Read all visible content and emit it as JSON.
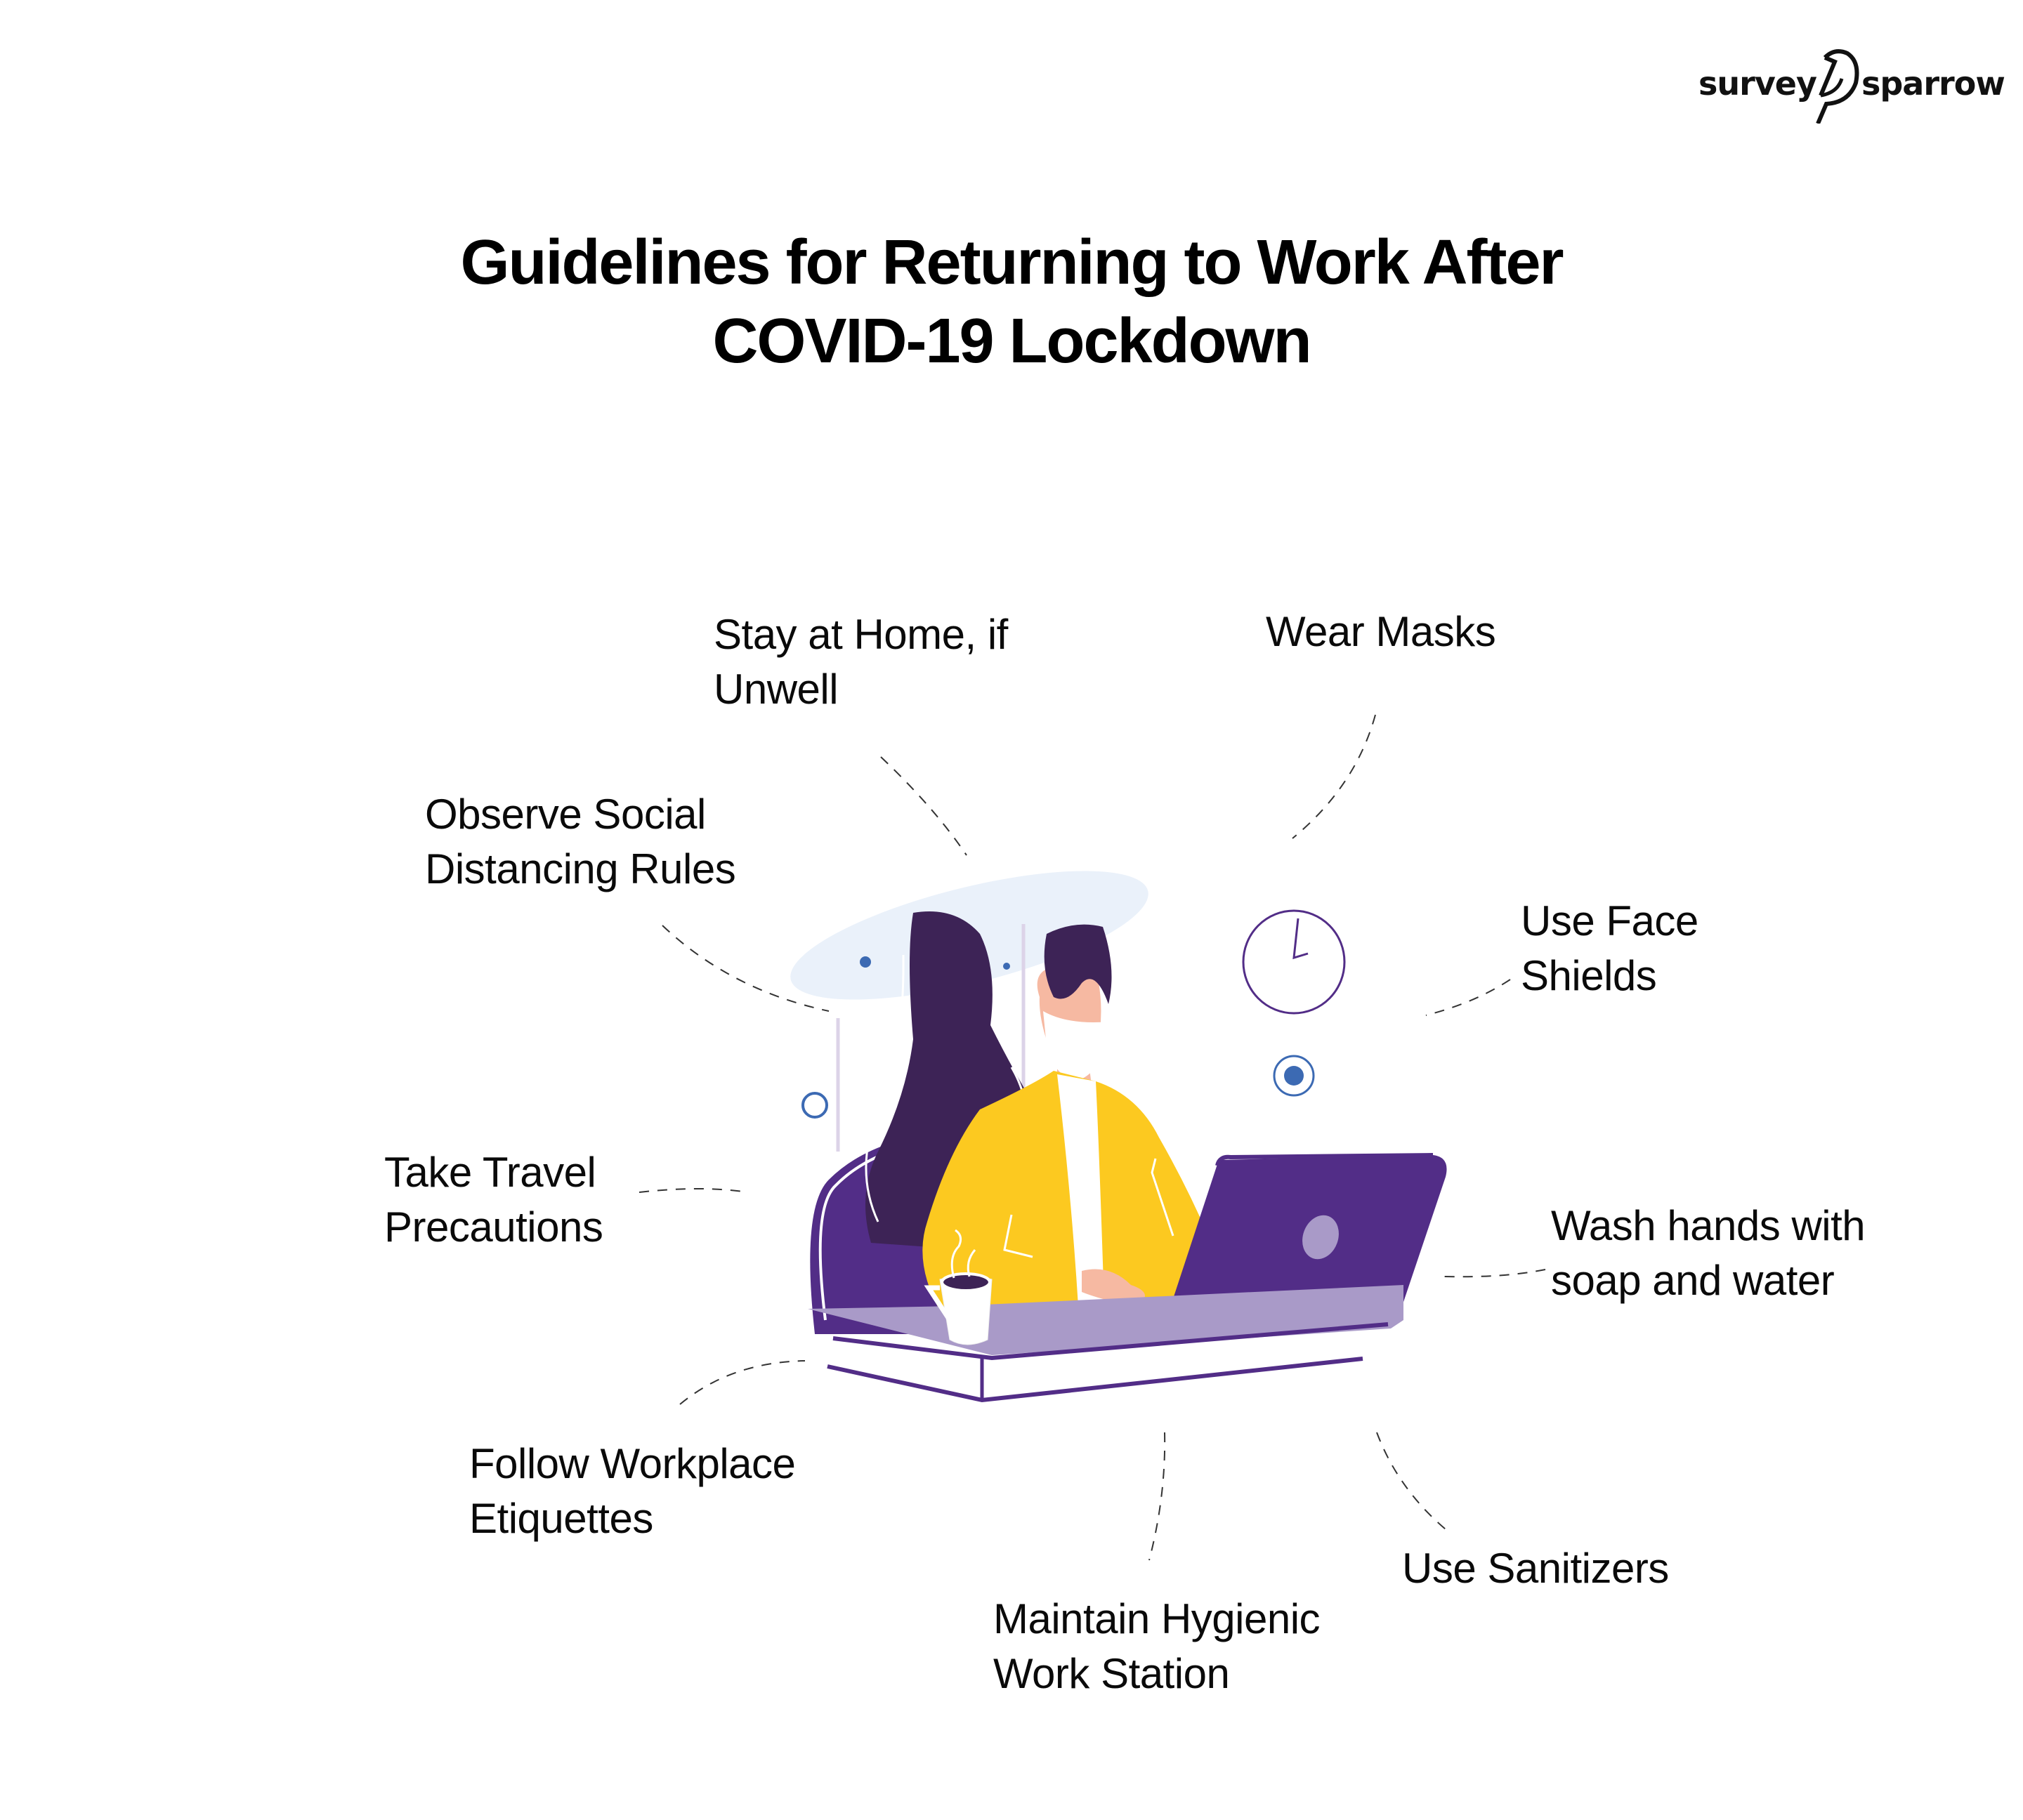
{
  "brand": {
    "word_left": "survey",
    "word_right": "sparrow",
    "logo_icon": "sparrow-bird-icon"
  },
  "title": {
    "line1": "Guidelines for Returning to Work After",
    "line2": "COVID-19 Lockdown"
  },
  "guidelines": [
    {
      "id": "stay-home",
      "lines": [
        "Stay at Home, if",
        "Unwell"
      ]
    },
    {
      "id": "wear-masks",
      "lines": [
        "Wear Masks"
      ]
    },
    {
      "id": "social-distancing",
      "lines": [
        "Observe Social",
        "Distancing Rules"
      ]
    },
    {
      "id": "face-shields",
      "lines": [
        "Use Face",
        "Shields"
      ]
    },
    {
      "id": "travel-precautions",
      "lines": [
        "Take Travel",
        "Precautions"
      ]
    },
    {
      "id": "wash-hands",
      "lines": [
        "Wash hands with",
        "soap and water"
      ]
    },
    {
      "id": "workplace-etiquettes",
      "lines": [
        "Follow Workplace",
        "Etiquettes"
      ]
    },
    {
      "id": "sanitizers",
      "lines": [
        "Use Sanitizers"
      ]
    },
    {
      "id": "hygienic-station",
      "lines": [
        "Maintain Hygienic",
        "Work Station"
      ]
    }
  ],
  "illustration": {
    "subject": "woman-wearing-mask-working-on-laptop",
    "colors": {
      "hair": "#3D2356",
      "purple": "#522D87",
      "desk": "#A99AC8",
      "jacket": "#FCC920",
      "skin": "#F6B9A2",
      "skin_shadow": "#F19B8C",
      "accent_blue": "#3C6AB3",
      "halo": "#EAF1FA",
      "wall_line": "#DCD3E8"
    }
  }
}
